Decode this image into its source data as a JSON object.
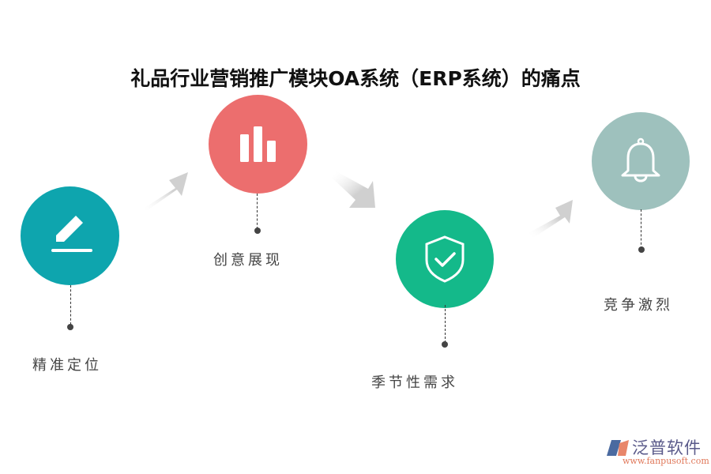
{
  "title": "礼品行业营销推广模块OA系统（ERP系统）的痛点",
  "steps": [
    {
      "label": "精准定位",
      "icon": "pencil-icon",
      "color": "#0ea5ae"
    },
    {
      "label": "创意展现",
      "icon": "bar-chart-icon",
      "color": "#ec6e6e"
    },
    {
      "label": "季节性需求",
      "icon": "shield-check-icon",
      "color": "#14b98a"
    },
    {
      "label": "竞争激烈",
      "icon": "bell-icon",
      "color": "#9ec1bd"
    }
  ],
  "logo": {
    "name": "泛普软件",
    "url": "www.fanpusoft.com"
  }
}
